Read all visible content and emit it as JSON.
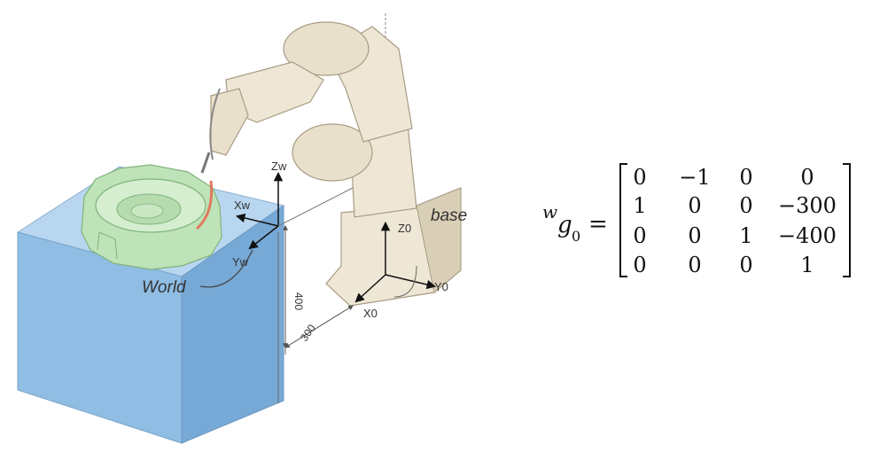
{
  "figure": {
    "frame_labels": {
      "zw": "Zw",
      "xw": "Xw",
      "yw": "Yw",
      "world": "World",
      "z0": "Z0",
      "y0": "Y0",
      "x0": "X0",
      "base": "base"
    },
    "dimensions": {
      "height": "400",
      "offset": "300"
    },
    "colors": {
      "table_front": "#8fbde3",
      "table_top": "#b8d6ef",
      "table_side": "#77a9d6",
      "feeder": "#bfe3b8",
      "robot": "#efe7d6",
      "robot_shadow": "#d9ceb6"
    }
  },
  "equation": {
    "lhs_sup": "w",
    "lhs_base": "g",
    "lhs_sub": "0",
    "equals": "=",
    "rows": [
      [
        "0",
        "−1",
        "0",
        "0"
      ],
      [
        "1",
        "0",
        "0",
        "−300"
      ],
      [
        "0",
        "0",
        "1",
        "−400"
      ],
      [
        "0",
        "0",
        "0",
        "1"
      ]
    ]
  }
}
